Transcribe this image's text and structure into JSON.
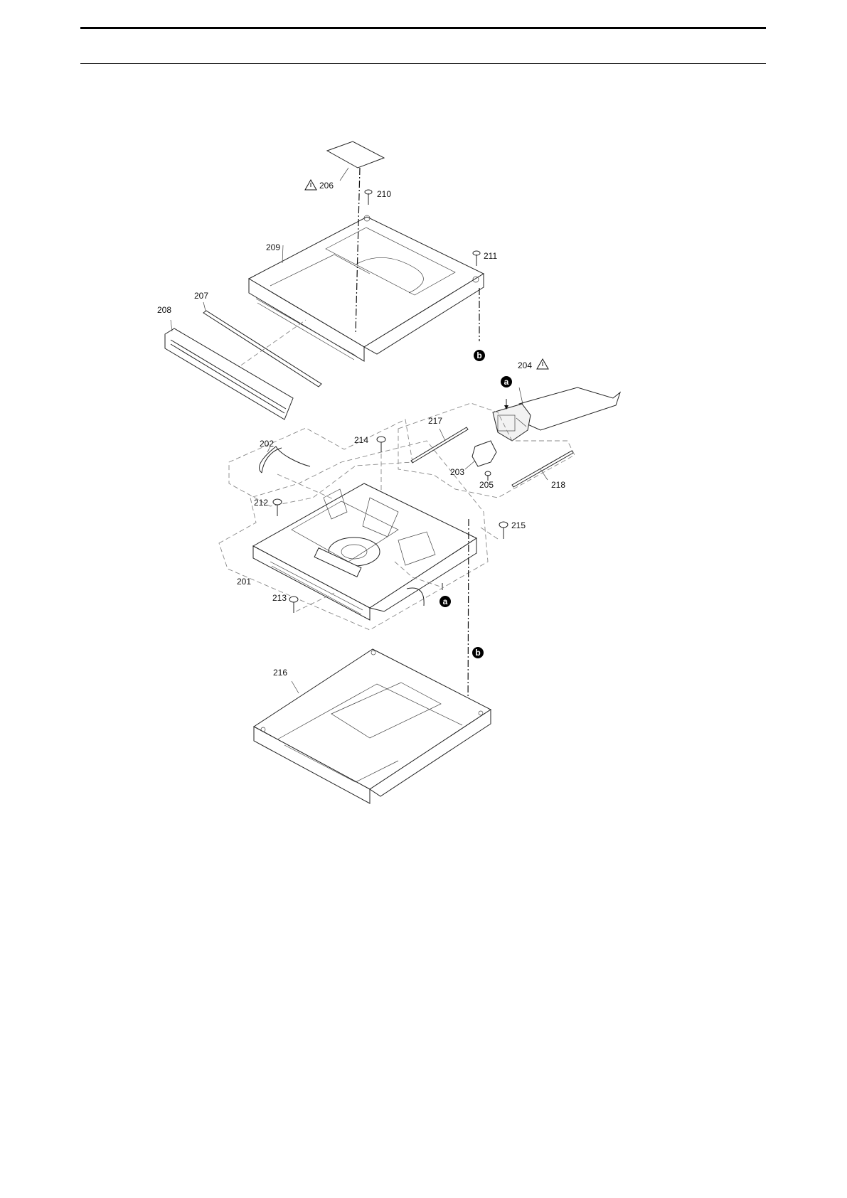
{
  "labels": {
    "l201": "201",
    "l202": "202",
    "l203": "203",
    "l204": "204",
    "l205": "205",
    "l206": "206",
    "l207": "207",
    "l208": "208",
    "l209": "209",
    "l210": "210",
    "l211": "211",
    "l212": "212",
    "l213": "213",
    "l214": "214",
    "l215": "215",
    "l216": "216",
    "l217": "217",
    "l218": "218"
  },
  "refs": {
    "a": "a",
    "b": "b"
  },
  "warning_symbol": "warning-triangle-icon"
}
